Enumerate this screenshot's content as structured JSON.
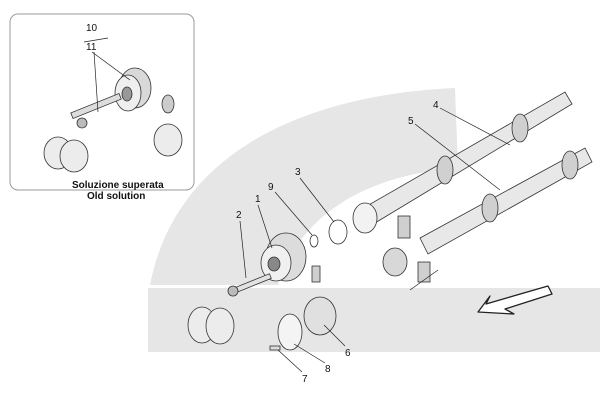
{
  "inset": {
    "caption_line1": "Soluzione superata",
    "caption_line2": "Old solution",
    "callouts": [
      "10",
      "11"
    ]
  },
  "callouts": [
    "1",
    "2",
    "3",
    "4",
    "5",
    "6",
    "7",
    "8",
    "9"
  ],
  "direction_arrow_icon": "arrow-down-left-icon",
  "colors": {
    "background_band": "#e6e6e6",
    "line": "#222222"
  }
}
